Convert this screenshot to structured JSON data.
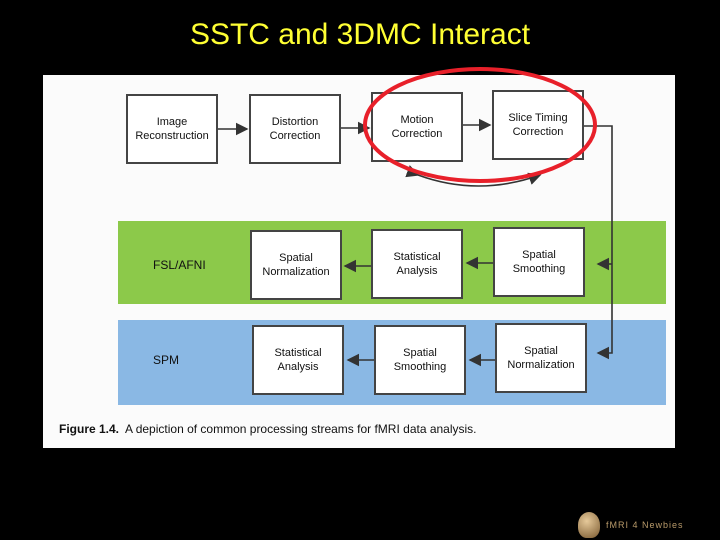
{
  "slide": {
    "title": "SSTC and 3DMC Interact"
  },
  "figure": {
    "boxes": {
      "image_reconstruction": "Image\nReconstruction",
      "distortion_correction": "Distortion\nCorrection",
      "motion_correction": "Motion\nCorrection",
      "slice_timing_correction": "Slice Timing\nCorrection",
      "fsl_spatial_normalization": "Spatial\nNormalization",
      "fsl_statistical_analysis": "Statistical\nAnalysis",
      "fsl_spatial_smoothing": "Spatial\nSmoothing",
      "spm_statistical_analysis": "Statistical\nAnalysis",
      "spm_spatial_smoothing": "Spatial\nSmoothing",
      "spm_spatial_normalization": "Spatial\nNormalization"
    },
    "bands": {
      "fsl_label": "FSL/AFNI",
      "spm_label": "SPM"
    },
    "caption_number": "Figure 1.4.",
    "caption_text": "A depiction of common processing streams for fMRI data analysis."
  },
  "footer": {
    "logo_text": "fMRI 4 Newbies"
  },
  "colors": {
    "title": "#ffff33",
    "highlight": "#e8202a",
    "fsl_band": "#8cc94a",
    "spm_band": "#8ab8e4"
  }
}
